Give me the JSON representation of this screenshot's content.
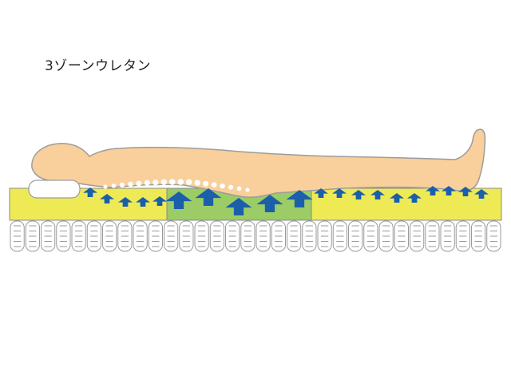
{
  "title": "3ゾーンウレタン",
  "colors": {
    "body_fill": "#f9cf9b",
    "body_stroke": "#9c9c9c",
    "pillow_fill": "#ffffff",
    "yellow_zone": "#eeea55",
    "green_zone": "#9ccc66",
    "zone_stroke": "#8a8a8a",
    "arrow": "#1b5faa",
    "spine_dots": "#ffffff",
    "spring_fill": "#ffffff",
    "spring_stroke": "#9a9a9a"
  },
  "zones": [
    {
      "name": "upper-body-zone",
      "color": "yellow"
    },
    {
      "name": "hip-zone",
      "color": "green"
    },
    {
      "name": "leg-zone",
      "color": "yellow"
    }
  ],
  "icons": {
    "support_arrow": "arrow-up-icon",
    "pillow": "pillow-icon",
    "spring": "pocket-coil-icon"
  }
}
